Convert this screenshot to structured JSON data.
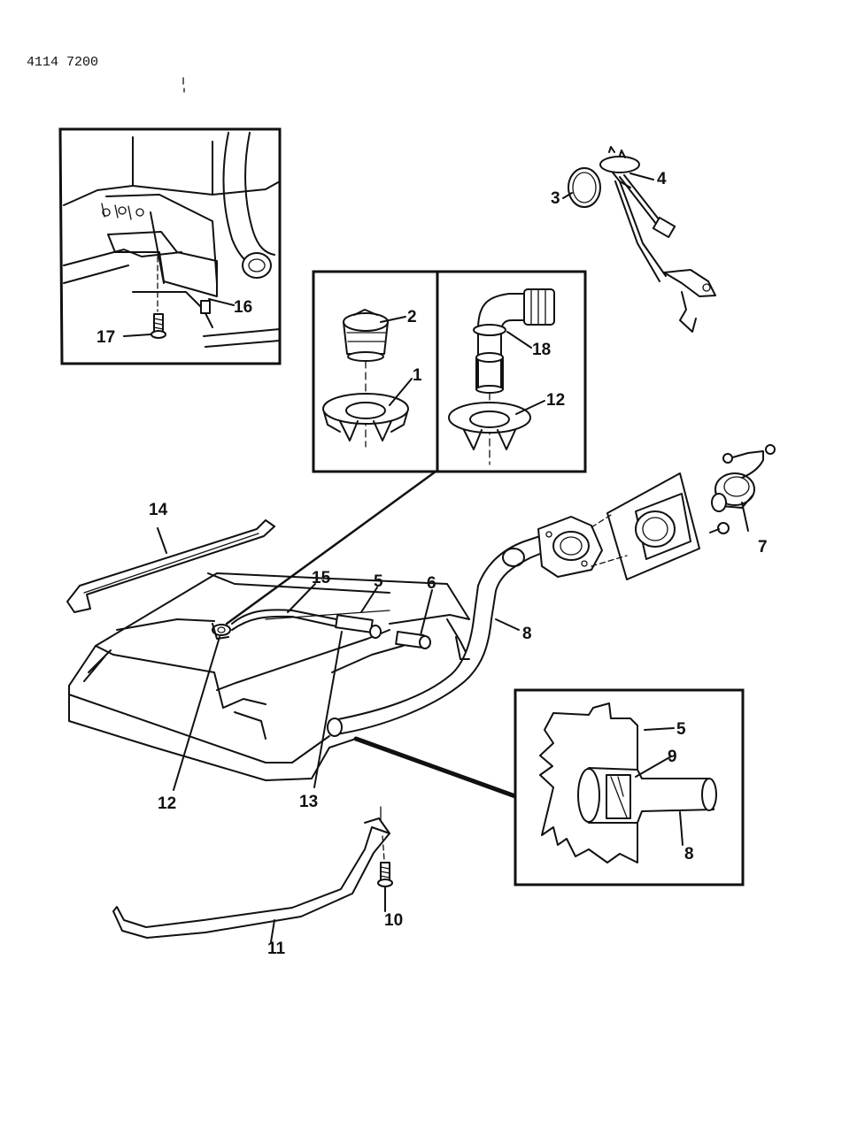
{
  "document": {
    "code": "4114 7200"
  },
  "callouts": {
    "c1": "1",
    "c2": "2",
    "c3": "3",
    "c4": "4",
    "c5": "5",
    "c5b": "5",
    "c6": "6",
    "c7": "7",
    "c8": "8",
    "c8b": "8",
    "c9": "9",
    "c10": "10",
    "c11": "11",
    "c12": "12",
    "c12b": "12",
    "c13": "13",
    "c14": "14",
    "c15": "15",
    "c16": "16",
    "c17": "17",
    "c18": "18"
  },
  "colors": {
    "ink": "#111111",
    "paper": "#ffffff"
  },
  "icons": [
    "fuel-tank-icon",
    "filler-tube-icon",
    "fuel-cap-icon",
    "gauge-sender-icon",
    "strap-icon",
    "bolt-icon",
    "grommet-icon",
    "plug-icon",
    "vent-hose-icon"
  ]
}
